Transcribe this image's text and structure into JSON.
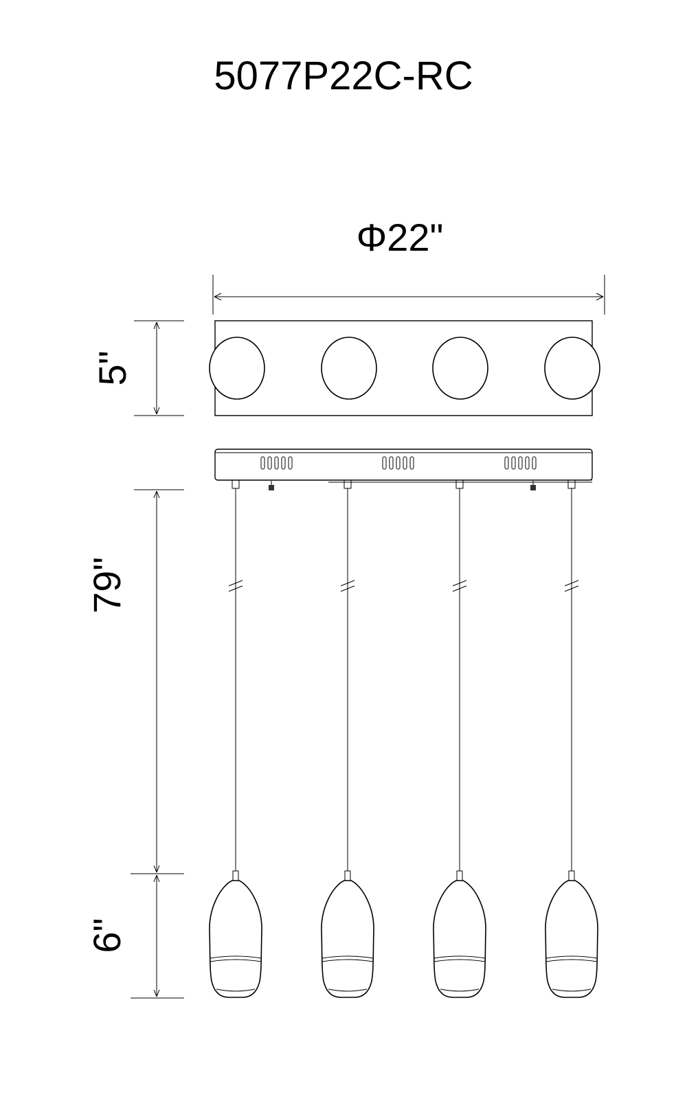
{
  "title": "5077P22C-RC",
  "dimensions": {
    "width": "Φ22\"",
    "canopy_height": "5\"",
    "cord_length": "79\"",
    "shade_height": "6\""
  },
  "pendant_count": 4,
  "colors": {
    "line": "#000000",
    "background": "#ffffff"
  }
}
